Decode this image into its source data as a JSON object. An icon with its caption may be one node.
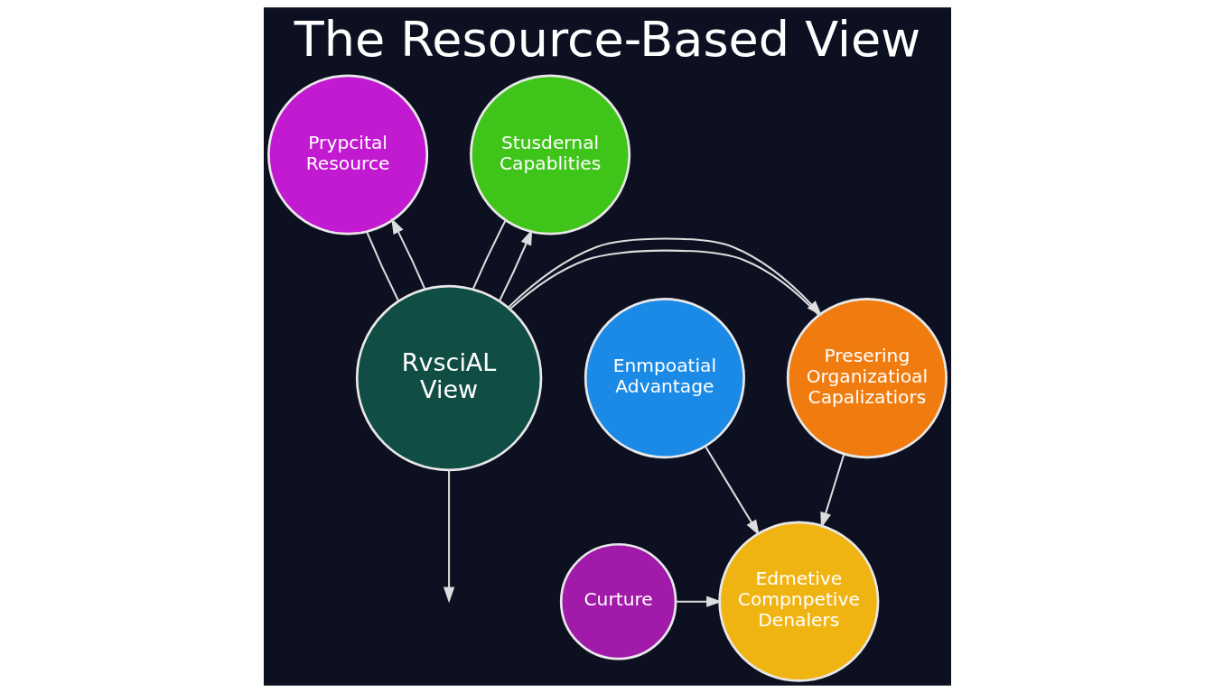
{
  "diagram": {
    "title": "The Resource-Based View",
    "nodes": [
      {
        "text": [
          "Prypcital Resource"
        ]
      },
      {
        "text": [
          "Stusdernal Capablities"
        ]
      },
      {
        "text": [
          "RvsciAL View"
        ]
      },
      {
        "text": [
          "Presering Organizatioal Capalizatiors"
        ]
      },
      {
        "text": [
          "Enmpoatial Advantage"
        ]
      },
      {
        "text": [
          "Edmetive Compnpetive Denalers"
        ]
      },
      {
        "text": [
          "Curture"
        ]
      }
    ],
    "edges": [
      {
        "from": 2,
        "to": 0,
        "arrow": "to"
      },
      {
        "from": 0,
        "to": 2,
        "arrow": "none"
      },
      {
        "from": 2,
        "to": 1,
        "arrow": "to"
      },
      {
        "from": 1,
        "to": 2,
        "arrow": "none"
      },
      {
        "from": 3,
        "to": 2,
        "arrow": "none"
      },
      {
        "from": 2,
        "to": 3,
        "arrow": "to"
      },
      {
        "from": 3,
        "to": 5,
        "arrow": "to"
      },
      {
        "from": 2,
        "to": null,
        "arrow": "to"
      },
      {
        "from": 4,
        "to": 5,
        "arrow": "to"
      },
      {
        "from": 6,
        "to": 5,
        "arrow": "to"
      }
    ]
  }
}
